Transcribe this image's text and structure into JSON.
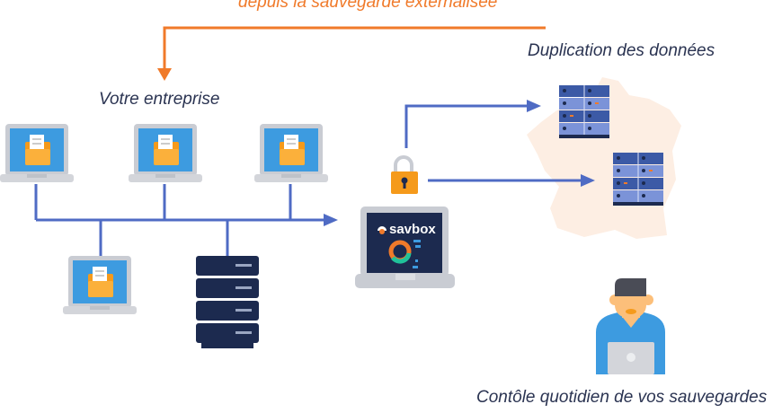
{
  "labels": {
    "restore": "depuis la sauvegarde externalisée",
    "company": "Votre entreprise",
    "duplication": "Duplication des données",
    "control": "Contôle quotidien de vos sauvegardes",
    "brand": "savbox"
  },
  "colors": {
    "orange": "#f07a2a",
    "blue": "#4f6bc4",
    "navy": "#1c2a4f",
    "map": "#fdeee3"
  }
}
